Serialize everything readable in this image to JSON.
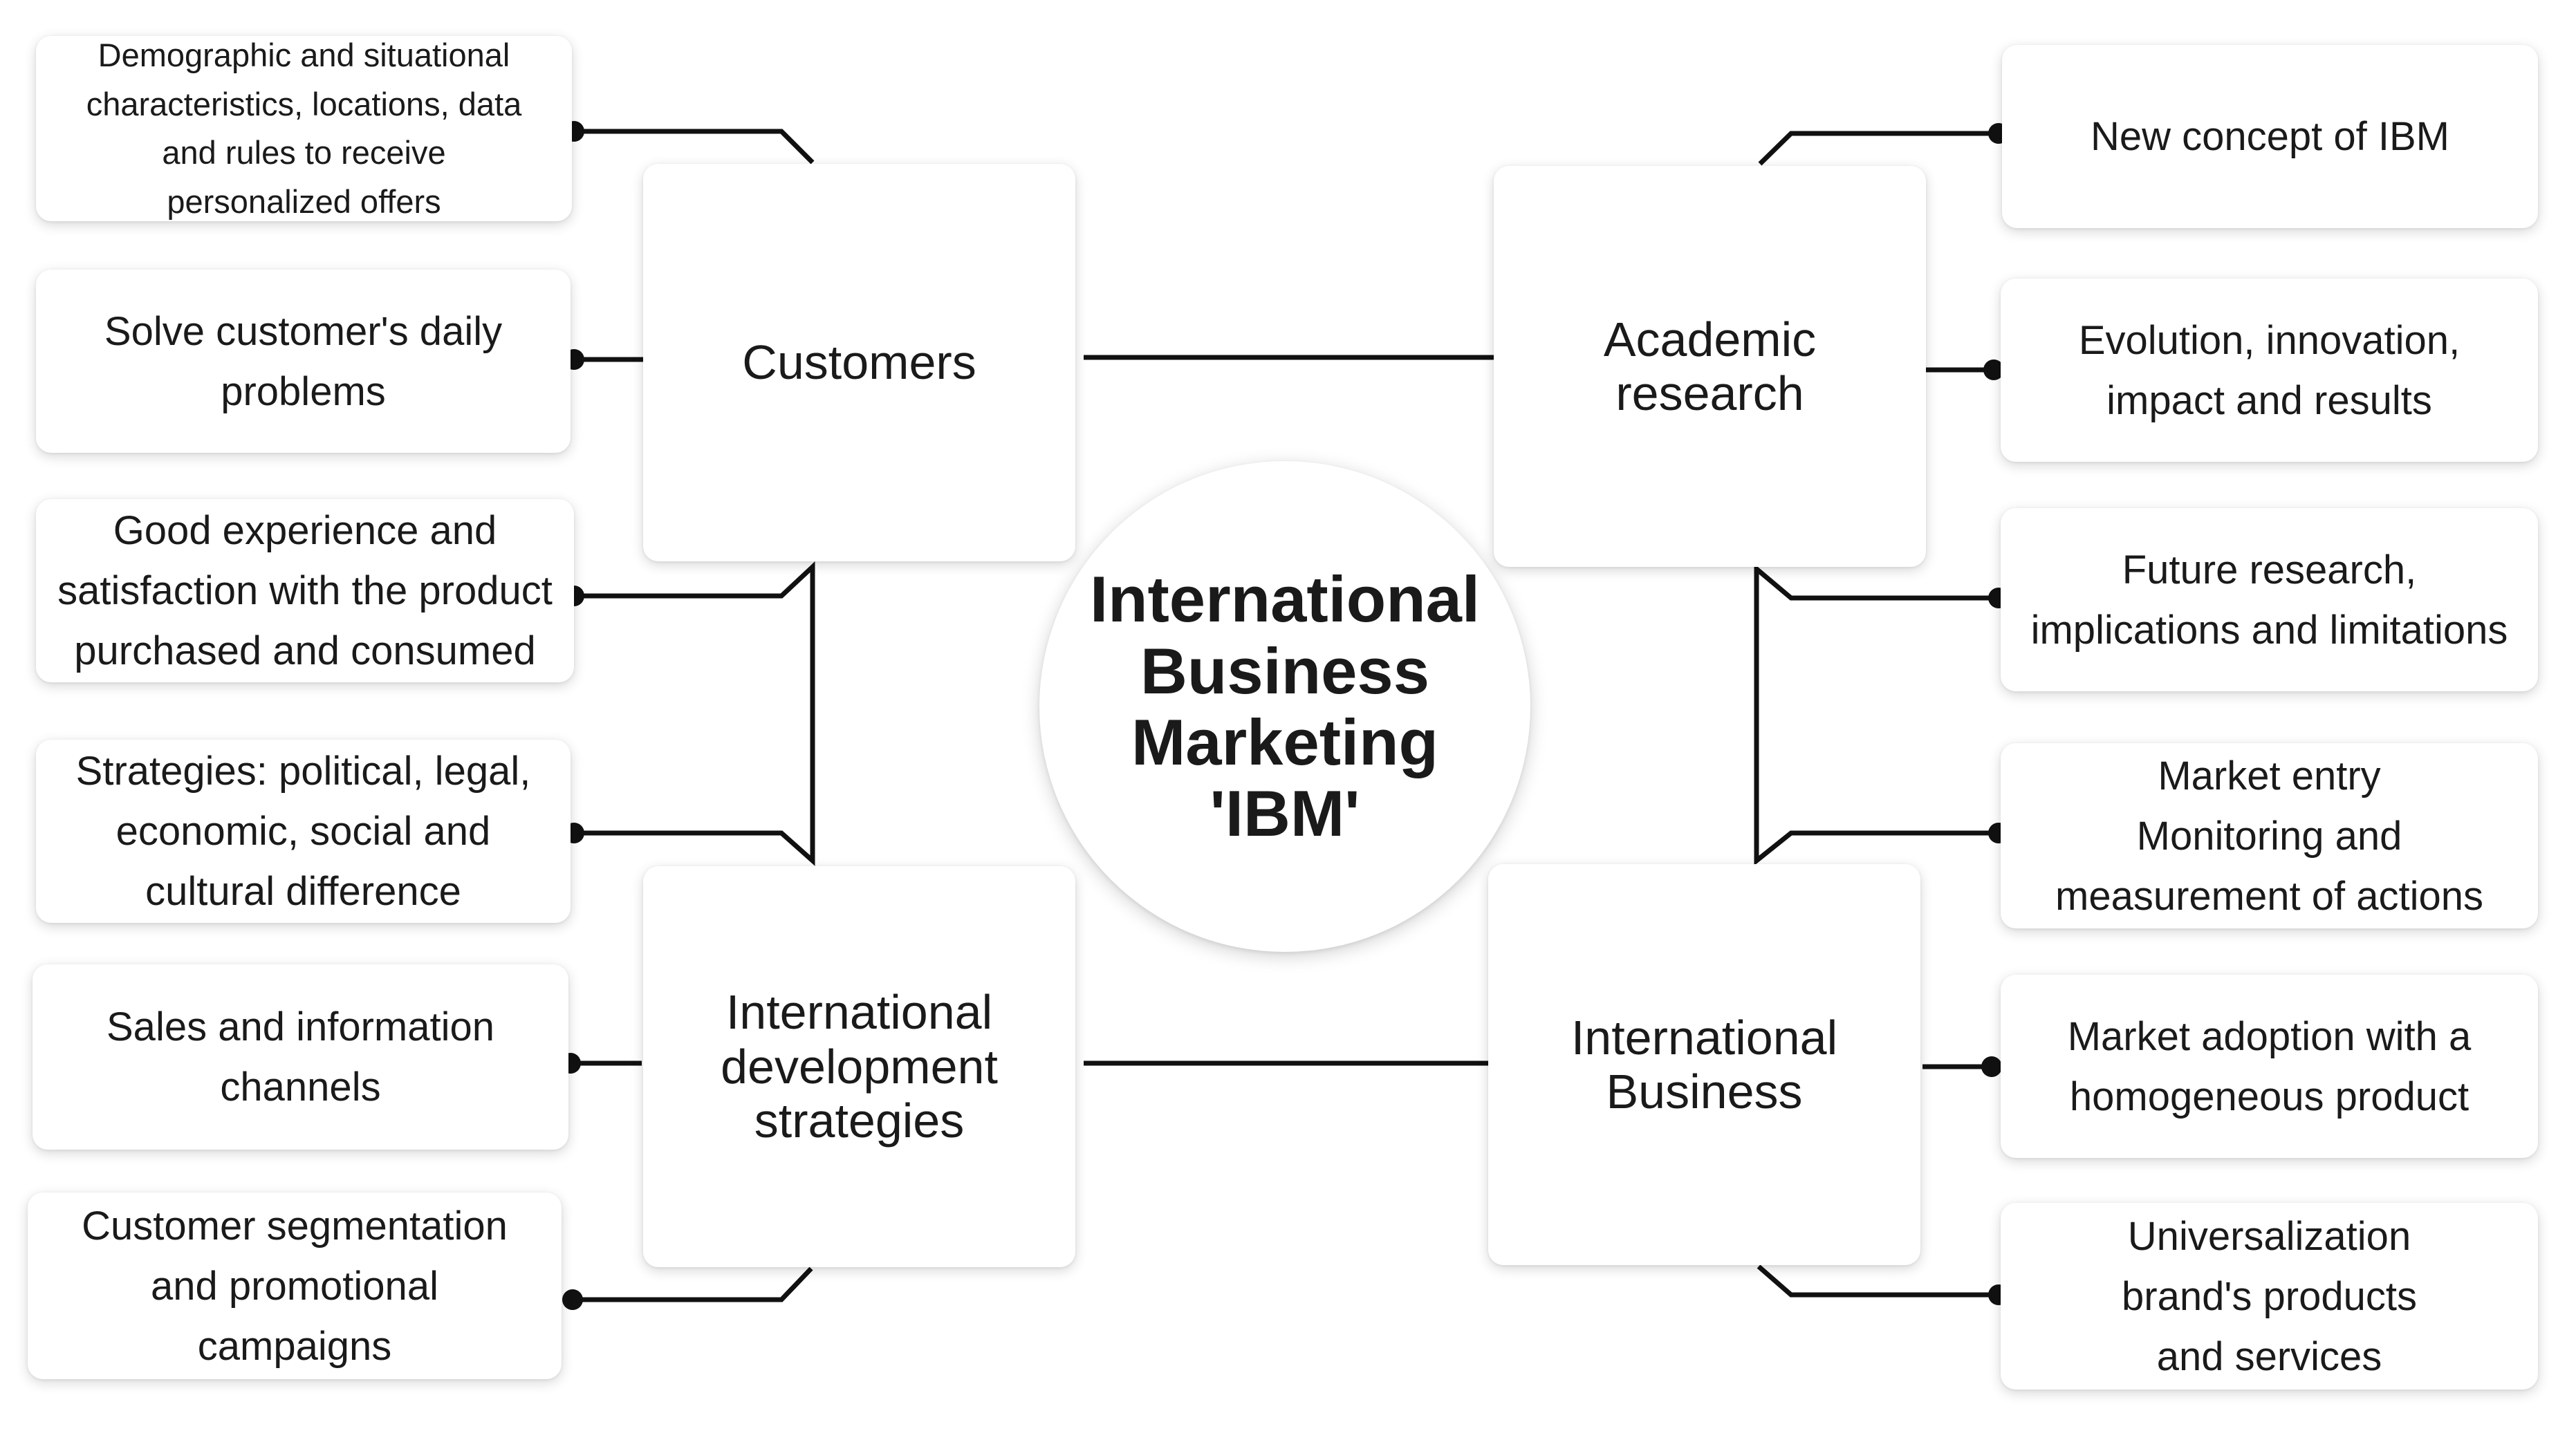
{
  "center": {
    "title": "International\nBusiness\nMarketing\n'IBM'"
  },
  "hubs": {
    "customers": "Customers",
    "academic_research": "Academic\nresearch",
    "international_development_strategies": "International\ndevelopment\nstrategies",
    "international_business": "International\nBusiness"
  },
  "left_items": [
    "Demographic and situational\ncharacteristics, locations, data\nand rules to receive\npersonalized offers",
    "Solve customer's daily\nproblems",
    "Good experience and\nsatisfaction with the product\npurchased and consumed",
    "Strategies: political, legal,\neconomic, social and\ncultural difference",
    "Sales and information\nchannels",
    "Customer segmentation\nand promotional\ncampaigns"
  ],
  "right_items": [
    "New concept of IBM",
    "Evolution, innovation,\nimpact and results",
    "Future research,\nimplications and limitations",
    "Market entry\nMonitoring and\nmeasurement of actions",
    "Market adoption with a\nhomogeneous product",
    "Universalization\nbrand's products\nand services"
  ]
}
